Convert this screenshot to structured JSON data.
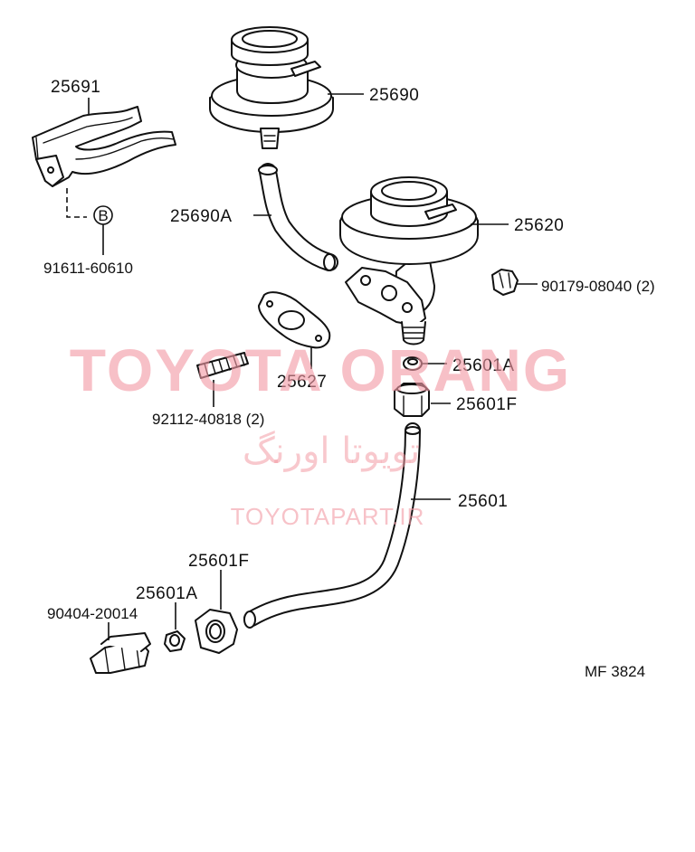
{
  "labels": {
    "p25691": "25691",
    "p25690": "25690",
    "p25690A": "25690A",
    "p25620": "25620",
    "p90179": "90179-08040 (2)",
    "p91611": "91611-60610",
    "bolt_mark": "B",
    "p25627": "25627",
    "p92112": "92112-40818 (2)",
    "p25601A_top": "25601A",
    "p25601F_top": "25601F",
    "p25601": "25601",
    "p25601F_bot": "25601F",
    "p25601A_bot": "25601A",
    "p90404": "90404-20014",
    "diagram_code": "MF 3824"
  },
  "watermark": {
    "main": "TOYOTA ORANG",
    "persian": "تویوتا اورنگ",
    "site": "TOYOTAPART.IR",
    "color": "#f29aa4"
  }
}
